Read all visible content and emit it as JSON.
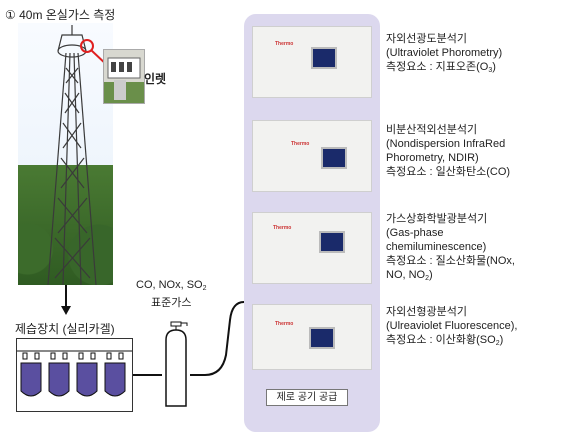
{
  "title": "① 40m 온실가스 측정",
  "inlet_label": "인렛",
  "standard_gas": {
    "line1": "CO, NOx, SO",
    "line1_sub": "2",
    "line2": "표준가스"
  },
  "dryer_label": "제습장치 (실리카겔)",
  "zero_air_label": "제로 공기 공급",
  "analyzers": [
    {
      "lines": [
        "자외선광도분석기",
        "(Ultraviolet Phorometry)"
      ],
      "measure": "측정요소 : 지표오존(O",
      "measure_sub": "3",
      "measure_end": ")"
    },
    {
      "lines": [
        "비분산적외선분석기",
        "(Nondispersion InfraRed",
        "Phorometry, NDIR)"
      ],
      "measure": "측정요소 : 일산화탄소(CO)",
      "measure_sub": "",
      "measure_end": ""
    },
    {
      "lines": [
        "가스상화학발광분석기",
        "(Gas-phase",
        "chemiluminescence)",
        "측정요소 : 질소산화물(NOx,"
      ],
      "measure": "NO, NO",
      "measure_sub": "2",
      "measure_end": ")"
    },
    {
      "lines": [
        "자외선형광분석기",
        "(Ulreaviolet Fluorescence),"
      ],
      "measure": "측정요소 : 이산화황(SO",
      "measure_sub": "2",
      "measure_end": ")"
    }
  ],
  "instrument_logo": "Thermo",
  "colors": {
    "panel": "#dcd8ee",
    "line": "#111111",
    "liquid": "#5a4fa0",
    "highlight": "#e02020"
  }
}
